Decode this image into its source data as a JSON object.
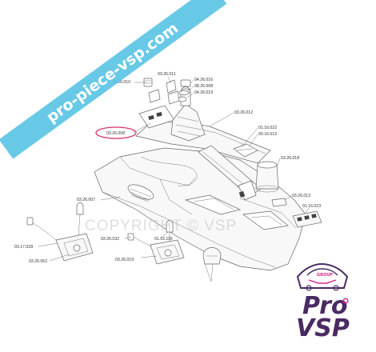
{
  "banner": {
    "text": "pro-piece-vsp.com",
    "color": "#5bc4e5"
  },
  "watermark": {
    "text": "COPYRIGHT © VSP"
  },
  "highlight": {
    "color": "#d6336c"
  },
  "logo": {
    "brand_top": "Pro",
    "brand_bottom": "VSP",
    "tag": "GROUP",
    "primary_color": "#4a2a62",
    "accent_color": "#e0218a"
  },
  "parts": [
    {
      "ref": "03.26.010"
    },
    {
      "ref": "03.26.011"
    },
    {
      "ref": "04.26.016"
    },
    {
      "ref": "08.26.008"
    },
    {
      "ref": "04.26.019"
    },
    {
      "ref": "03.26.012"
    },
    {
      "ref": "03.26.008"
    },
    {
      "ref": "01.16.022"
    },
    {
      "ref": "00.16.012"
    },
    {
      "ref": "03.26.018"
    },
    {
      "ref": "03.26.007"
    },
    {
      "ref": "03.26.013"
    },
    {
      "ref": "01.16.023"
    },
    {
      "ref": "03.17.028"
    },
    {
      "ref": "03.26.062"
    },
    {
      "ref": "03.26.032"
    },
    {
      "ref": "01.16.116"
    },
    {
      "ref": "03.26.019"
    }
  ]
}
